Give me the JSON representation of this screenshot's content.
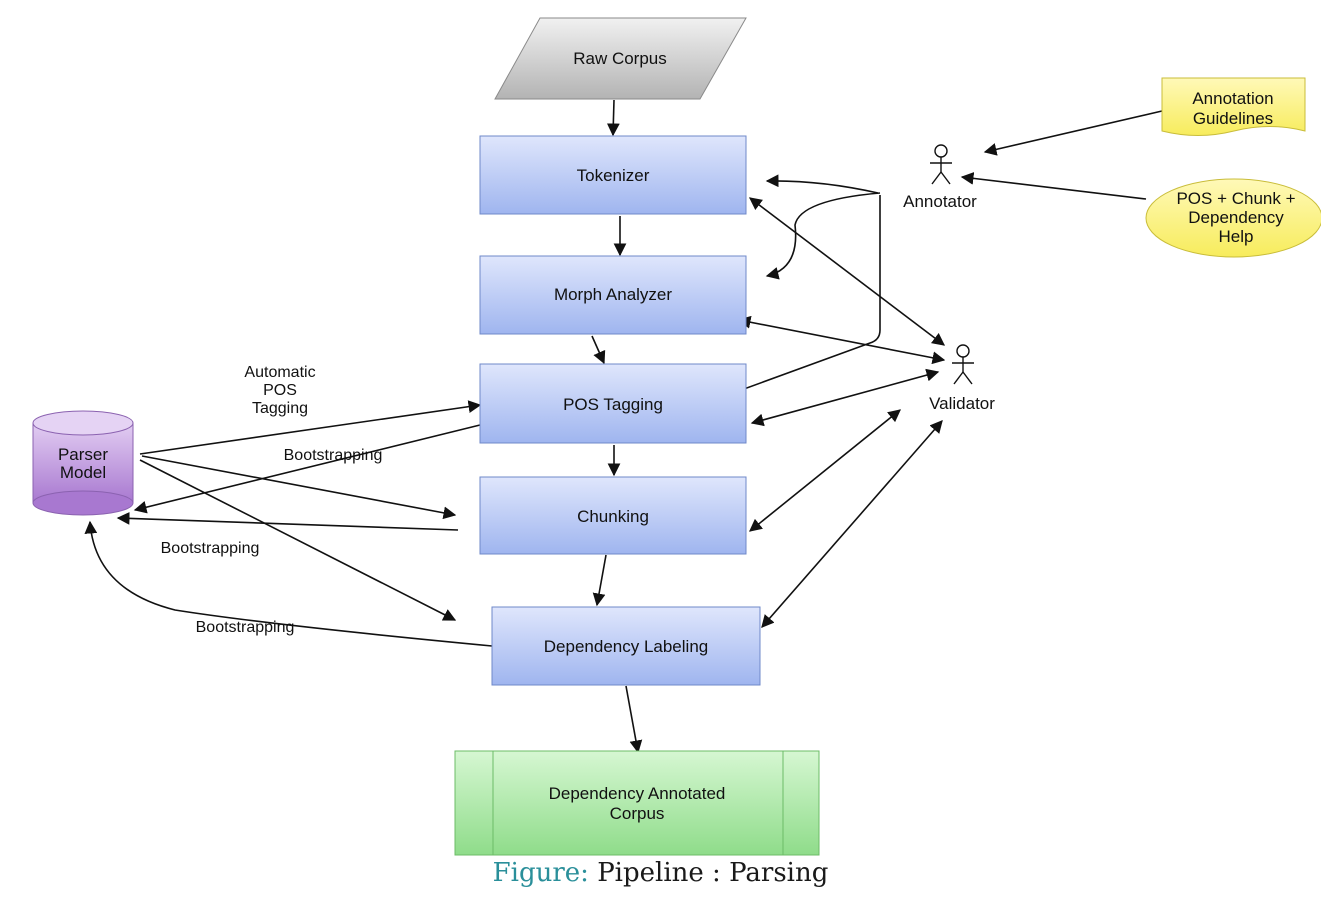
{
  "nodes": {
    "raw_corpus": "Raw Corpus",
    "tokenizer": "Tokenizer",
    "morph_analyzer": "Morph Analyzer",
    "pos_tagging": "POS Tagging",
    "chunking": "Chunking",
    "dependency_labeling": "Dependency Labeling",
    "annotated_corpus": [
      "Dependency Annotated",
      "Corpus"
    ],
    "parser_model": [
      "Parser",
      "Model"
    ],
    "annotation_guidelines": [
      "Annotation",
      "Guidelines"
    ],
    "pos_chunk_help": [
      "POS + Chunk +",
      "Dependency",
      "Help"
    ],
    "annotator": "Annotator",
    "validator": "Validator"
  },
  "edge_labels": {
    "automatic_pos": [
      "Automatic",
      "POS",
      "Tagging"
    ],
    "bootstrapping_pos": "Bootstrapping",
    "bootstrapping_chunking": "Bootstrapping",
    "bootstrapping_dependency": "Bootstrapping"
  },
  "caption": {
    "prefix": "Figure:",
    "text": "Pipeline : Parsing"
  },
  "colors": {
    "process_fill": "#a9bdf2",
    "process_stroke": "#6f88c9",
    "input_fill": "#c9c9c9",
    "output_fill": "#9fe59f",
    "parser_fill": "#b48ad6",
    "note_fill": "#fbf27a",
    "caption_prefix": "#2a8f9a"
  },
  "icons": {
    "annotator": "stick-figure-icon",
    "validator": "stick-figure-icon"
  }
}
